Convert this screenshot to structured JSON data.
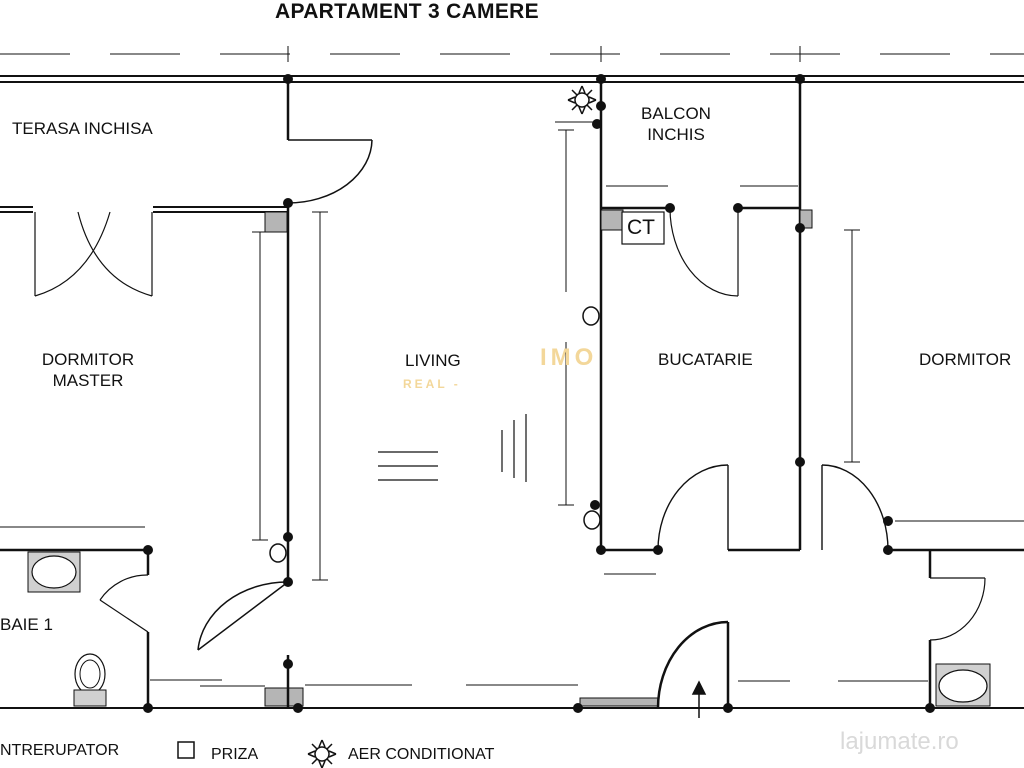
{
  "title": "APARTAMENT 3 CAMERE",
  "rooms": {
    "terasa": "TERASA INCHISA",
    "balcon": [
      "BALCON",
      "INCHIS"
    ],
    "dormitor_master": [
      "DORMITOR",
      "MASTER"
    ],
    "living": "LIVING",
    "bucatarie": "BUCATARIE",
    "dormitor": "DORMITOR",
    "baie": "BAIE 1",
    "ct": "CT"
  },
  "legend": {
    "intrerupator": "NTRERUPATOR",
    "priza": "PRIZA",
    "aer": "AER CONDITIONAT"
  },
  "watermarks": {
    "imo": "IMO",
    "real": "REAL -",
    "site": "lajumate.ro"
  },
  "colors": {
    "wall": "#111111",
    "wall_fill": "#b5b5b5",
    "watermark": "#f3d79a",
    "site_mark": "#d9d9d9"
  }
}
